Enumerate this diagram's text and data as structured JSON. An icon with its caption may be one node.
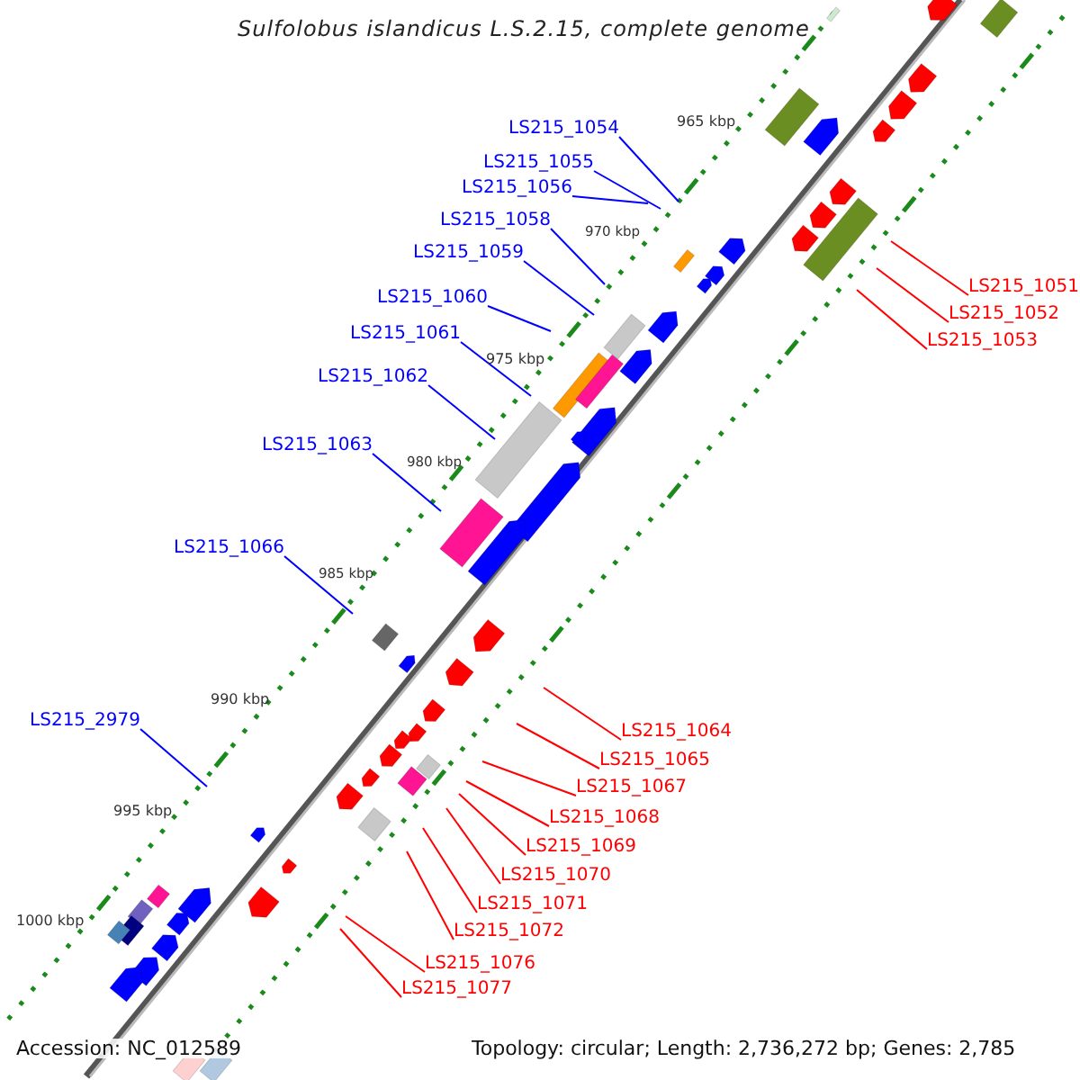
{
  "diagram": {
    "title": "Sulfolobus islandicus L.S.2.15, complete genome",
    "nodes": [
      {
        "text": [
          "LS215_1054"
        ]
      },
      {
        "text": [
          "LS215_1055"
        ]
      },
      {
        "text": [
          "LS215_1056"
        ]
      },
      {
        "text": [
          "LS215_1058"
        ]
      },
      {
        "text": [
          "LS215_1059"
        ]
      },
      {
        "text": [
          "LS215_1051"
        ]
      },
      {
        "text": [
          "LS215_1060"
        ]
      },
      {
        "text": [
          "LS215_1052"
        ]
      },
      {
        "text": [
          "LS215_1061"
        ]
      },
      {
        "text": [
          "LS215_1053"
        ]
      },
      {
        "text": [
          "LS215_1062"
        ]
      },
      {
        "text": [
          "LS215_1063"
        ]
      },
      {
        "text": [
          "LS215_1066"
        ]
      },
      {
        "text": [
          "LS215_2979"
        ]
      },
      {
        "text": [
          "LS215_1064"
        ]
      },
      {
        "text": [
          "LS215_1065"
        ]
      },
      {
        "text": [
          "LS215_1067"
        ]
      },
      {
        "text": [
          "LS215_1068"
        ]
      },
      {
        "text": [
          "LS215_1069"
        ]
      },
      {
        "text": [
          "LS215_1070"
        ]
      },
      {
        "text": [
          "LS215_1071"
        ]
      },
      {
        "text": [
          "LS215_1072"
        ]
      },
      {
        "text": [
          "LS215_1076"
        ]
      },
      {
        "text": [
          "LS215_1077"
        ]
      }
    ],
    "edges": [
      {
        "from": 0,
        "to": null,
        "arrow": "none",
        "color": "#0000ff"
      },
      {
        "from": 1,
        "to": null,
        "arrow": "none",
        "color": "#0000ff"
      },
      {
        "from": 2,
        "to": null,
        "arrow": "none",
        "color": "#0000ff"
      },
      {
        "from": 3,
        "to": null,
        "arrow": "none",
        "color": "#0000ff"
      },
      {
        "from": 4,
        "to": null,
        "arrow": "none",
        "color": "#0000ff"
      },
      {
        "from": 5,
        "to": null,
        "arrow": "none"
      },
      {
        "from": 6,
        "to": null,
        "arrow": "none",
        "color": "#0000ff"
      },
      {
        "from": 7,
        "to": null,
        "arrow": "none"
      },
      {
        "from": 8,
        "to": null,
        "arrow": "none",
        "color": "#0000ff"
      },
      {
        "from": 9,
        "to": null,
        "arrow": "none"
      },
      {
        "from": 10,
        "to": null,
        "arrow": "none",
        "color": "#0000ff"
      },
      {
        "from": 11,
        "to": null,
        "arrow": "none",
        "color": "#0000ff"
      },
      {
        "from": 12,
        "to": null,
        "arrow": "none",
        "color": "#0000ff"
      },
      {
        "from": 13,
        "to": null,
        "arrow": "none",
        "color": "#0000ff"
      },
      {
        "from": 14,
        "to": null,
        "arrow": "none"
      },
      {
        "from": 15,
        "to": null,
        "arrow": "none"
      },
      {
        "from": 16,
        "to": null,
        "arrow": "none"
      },
      {
        "from": 17,
        "to": null,
        "arrow": "none"
      },
      {
        "from": 18,
        "to": null,
        "arrow": "none"
      },
      {
        "from": 19,
        "to": null,
        "arrow": "none"
      },
      {
        "from": 20,
        "to": null,
        "arrow": "none"
      },
      {
        "from": 21,
        "to": null,
        "arrow": "none"
      },
      {
        "from": 22,
        "to": null,
        "arrow": "none"
      },
      {
        "from": 23,
        "to": null,
        "arrow": "none"
      }
    ],
    "labels": [
      "965 kbp",
      "970 kbp",
      "975 kbp",
      "980 kbp",
      "985 kbp",
      "990 kbp",
      "995 kbp",
      "1000 kbp",
      "Accession: NC_012589",
      "Topology: circular; Length: 2,736,272 bp; Genes: 2,785"
    ]
  }
}
